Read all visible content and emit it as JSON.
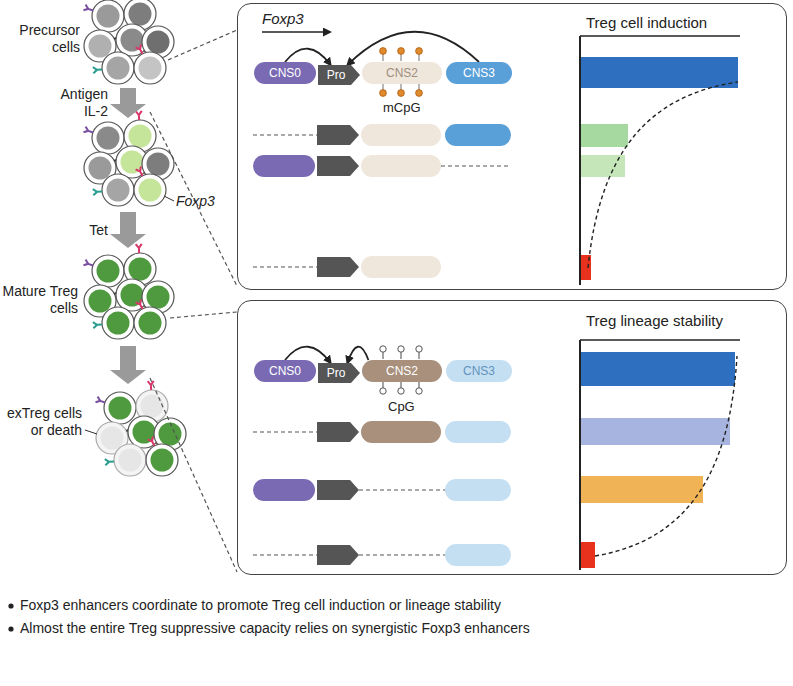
{
  "diagram": {
    "nodes": [
      {
        "text": [
          "Treg cell induction"
        ]
      },
      {
        "text": [
          "CNS0"
        ],
        "in": 0
      },
      {
        "text": [
          "Pro"
        ],
        "in": 0
      },
      {
        "text": [
          "CNS2"
        ],
        "in": 0
      },
      {
        "text": [
          "CNS3"
        ],
        "in": 0
      },
      {
        "text": [
          "Treg lineage stability"
        ]
      },
      {
        "text": [
          "CNS0"
        ],
        "in": 5
      },
      {
        "text": [
          "Pro"
        ],
        "in": 5
      },
      {
        "text": [
          "CNS2"
        ],
        "in": 5
      },
      {
        "text": [
          "CNS3"
        ],
        "in": 5
      }
    ],
    "edges": [
      {
        "from": 1,
        "to": 2,
        "arrow": "to"
      },
      {
        "from": 4,
        "to": 2,
        "arrow": "to"
      },
      {
        "from": 6,
        "to": 7,
        "arrow": "to"
      },
      {
        "from": 8,
        "to": 7,
        "arrow": "to"
      }
    ],
    "labels": [
      "Precursor cells",
      "Antigen",
      "IL-2",
      "Foxp3",
      "Tet",
      "Mature Treg cells",
      "exTreg cells or death",
      "Foxp3",
      "mCpG",
      "CpG",
      "Foxp3 enhancers coordinate to promote Treg cell induction or lineage stability",
      "Almost the entire Treg suppressive capacity relies on synergistic Foxp3 enhancers"
    ]
  }
}
